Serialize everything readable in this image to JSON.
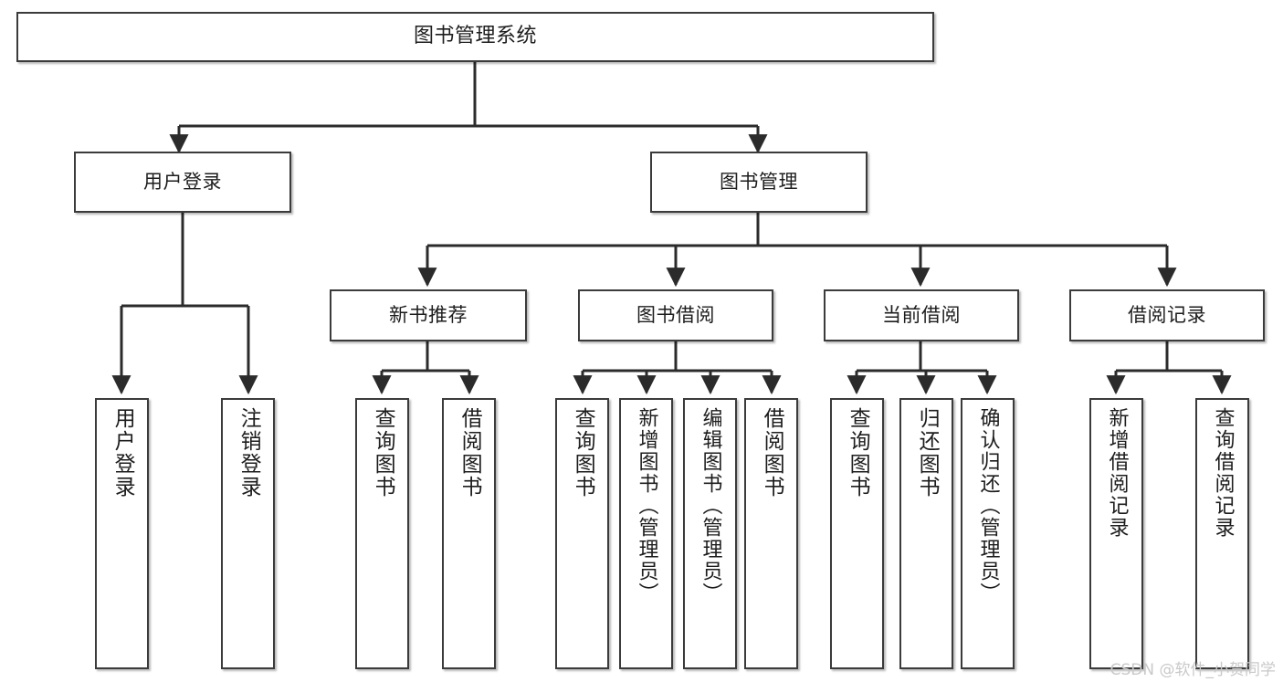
{
  "diagram": {
    "title": "图书管理系统",
    "watermark": "CSDN @软件_小贺同学",
    "type": "tree-hierarchy",
    "orientation": "top-down",
    "colors": {
      "box_fill": "#ffffff",
      "box_border": "#3b3b3b",
      "edge": "#2b2b2b",
      "text": "#1d1d1d",
      "watermark": "#c9c9c9",
      "background": "#ffffff"
    },
    "nodes": {
      "root": {
        "label": "图书管理系统"
      },
      "level2": [
        {
          "id": "user-login",
          "label": "用户登录"
        },
        {
          "id": "book-manage",
          "label": "图书管理"
        }
      ],
      "level3": [
        {
          "id": "new-book-recommend",
          "label": "新书推荐"
        },
        {
          "id": "book-borrow",
          "label": "图书借阅"
        },
        {
          "id": "current-borrow",
          "label": "当前借阅"
        },
        {
          "id": "borrow-record",
          "label": "借阅记录"
        }
      ],
      "leaves": {
        "user_login": [
          {
            "id": "leaf-user-login",
            "label": "用户登录"
          },
          {
            "id": "leaf-user-logout",
            "label": "注销登录"
          }
        ],
        "new_book_recommend": [
          {
            "id": "leaf-query-book-1",
            "label": "查询图书"
          },
          {
            "id": "leaf-borrow-book-1",
            "label": "借阅图书"
          }
        ],
        "book_borrow": [
          {
            "id": "leaf-query-book-2",
            "label": "查询图书"
          },
          {
            "id": "leaf-add-book",
            "label": "新增图书（管理员）"
          },
          {
            "id": "leaf-edit-book",
            "label": "编辑图书（管理员）"
          },
          {
            "id": "leaf-borrow-book-2",
            "label": "借阅图书"
          }
        ],
        "current_borrow": [
          {
            "id": "leaf-query-book-3",
            "label": "查询图书"
          },
          {
            "id": "leaf-return-book",
            "label": "归还图书"
          },
          {
            "id": "leaf-confirm-return",
            "label": "确认归还（管理员）"
          }
        ],
        "borrow_record": [
          {
            "id": "leaf-add-record",
            "label": "新增借阅记录"
          },
          {
            "id": "leaf-query-record",
            "label": "查询借阅记录"
          }
        ]
      }
    }
  }
}
